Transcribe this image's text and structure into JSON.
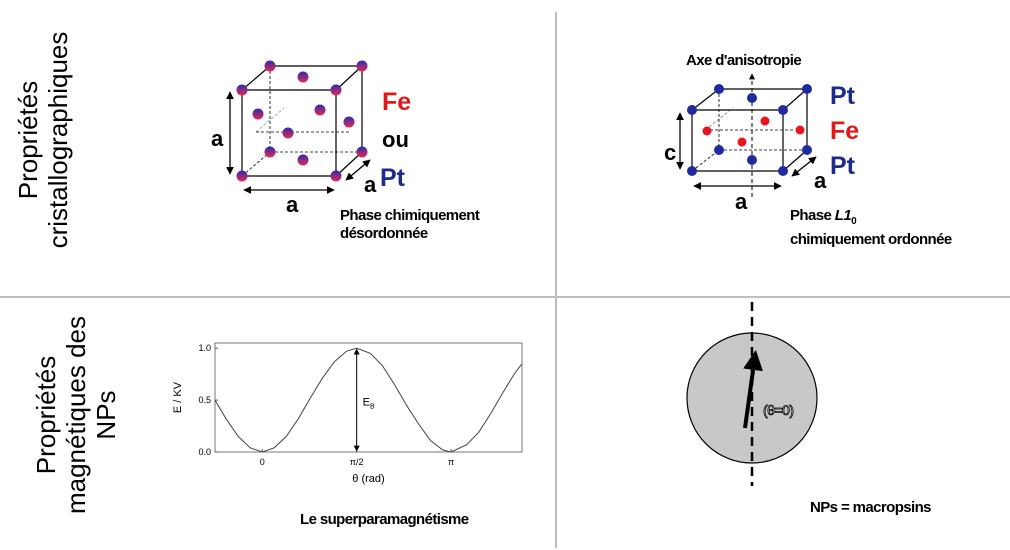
{
  "rows": {
    "top_label": [
      "Propriétés",
      "cristallographiques"
    ],
    "bottom_label": [
      "Propriétés",
      "magnétiques des",
      "NPs"
    ]
  },
  "disordered_cell": {
    "side_label": "a",
    "bottom_label": "a",
    "depth_label": "a",
    "elements": [
      "Fe",
      "ou",
      "Pt"
    ],
    "caption": [
      "Phase chimiquement",
      "désordonnée"
    ],
    "colors": {
      "atom_top": "#2a2ab0",
      "atom_bottom": "#e8284a",
      "fe": "#e01818",
      "pt": "#1c2a8c"
    }
  },
  "ordered_cell": {
    "axis_title": "Axe d'anisotropie",
    "side_label": "c",
    "bottom_label": "a",
    "depth_label": "a",
    "elements": [
      "Pt",
      "Fe",
      "Pt"
    ],
    "caption_line1": "Phase ",
    "caption_formula": "L1",
    "caption_subscript": "0",
    "caption_line2": "chimiquement ordonnée",
    "colors": {
      "pt_atom": "#1f2a9e",
      "fe_atom": "#e8141e",
      "fe": "#e01818",
      "pt": "#1c2a8c"
    }
  },
  "chart_data": {
    "type": "line",
    "title": "",
    "xlabel": "θ (rad)",
    "ylabel": "E / KV",
    "x_ticks": [
      "0",
      "π/2",
      "π"
    ],
    "y_ticks": [
      "0.0",
      "0.5",
      "1.0"
    ],
    "xlim": [
      -0.785,
      4.32
    ],
    "ylim": [
      0,
      1.05
    ],
    "annotation": "E_B",
    "series": [
      {
        "x": [
          -0.785,
          -0.6,
          -0.4,
          -0.2,
          0,
          0.2,
          0.4,
          0.6,
          0.8,
          1.0,
          1.2,
          1.4,
          1.5708,
          1.8,
          2.0,
          2.2,
          2.4,
          2.6,
          2.8,
          3.0,
          3.1416,
          3.4,
          3.6,
          3.8,
          4.0,
          4.2,
          4.32
        ],
        "y": [
          0.5,
          0.32,
          0.15,
          0.04,
          0.0,
          0.04,
          0.15,
          0.32,
          0.52,
          0.71,
          0.87,
          0.97,
          1.0,
          0.95,
          0.83,
          0.65,
          0.45,
          0.27,
          0.11,
          0.02,
          0.0,
          0.07,
          0.19,
          0.37,
          0.57,
          0.76,
          0.85
        ]
      }
    ]
  },
  "superpara_caption": "Le superparamagnétisme",
  "macrospin": {
    "angle_label": "(θ=0)",
    "caption": "NPs = macropsins",
    "colors": {
      "sphere": "#c8c8c8"
    }
  }
}
